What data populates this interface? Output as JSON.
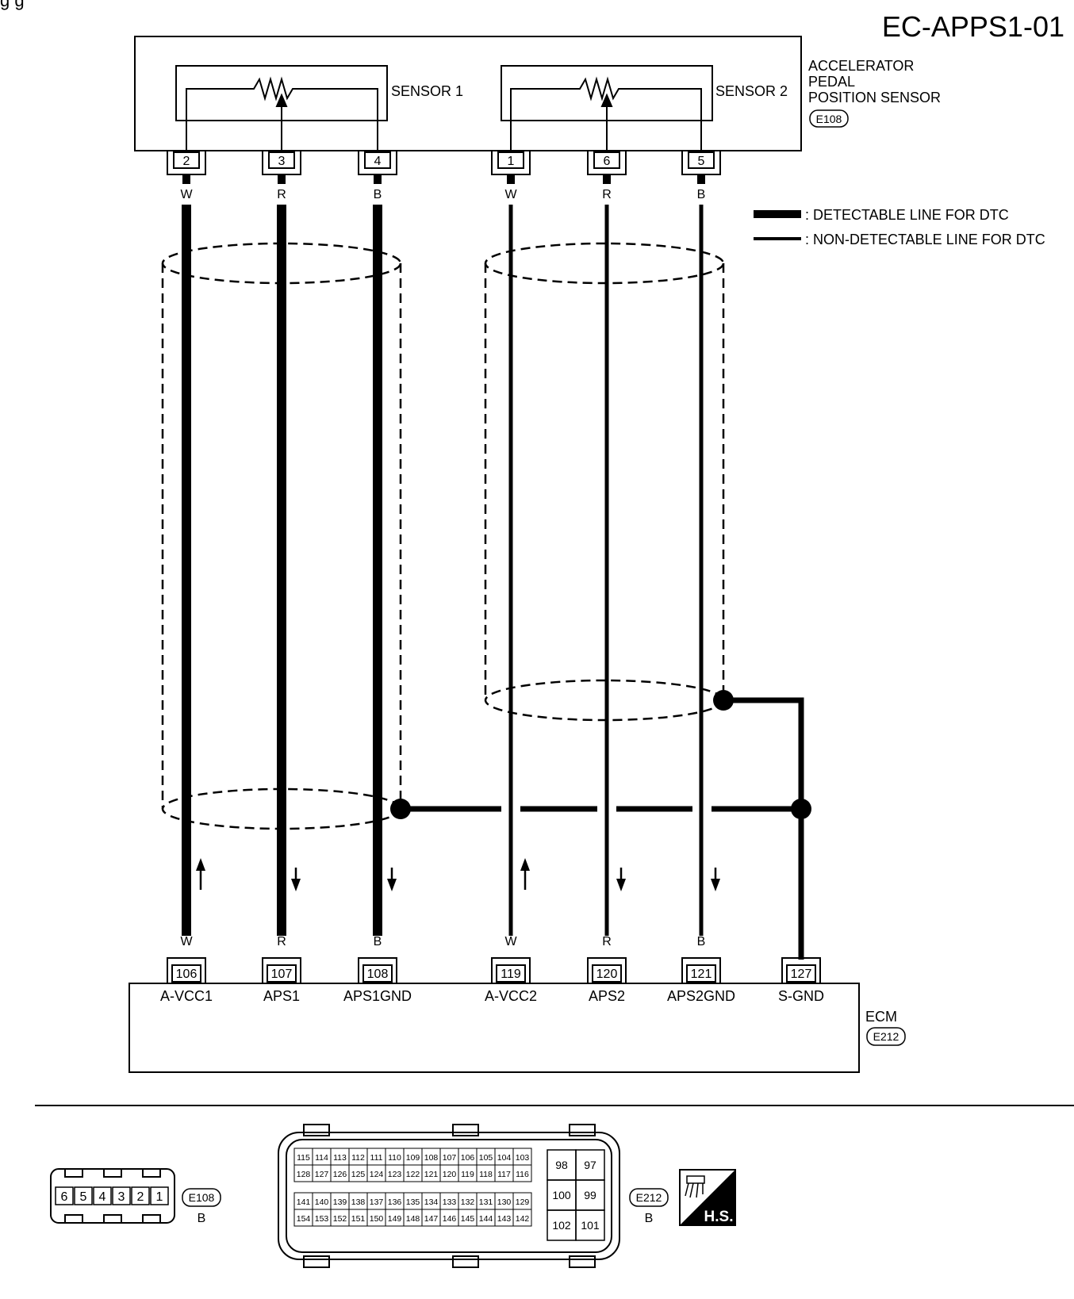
{
  "header": {
    "partial_title": "g  g",
    "diagram_id": "EC-APPS1-01"
  },
  "sensor": {
    "name_lines": [
      "ACCELERATOR",
      "PEDAL",
      "POSITION SENSOR"
    ],
    "connector": "E108",
    "sensor1_label": "SENSOR 1",
    "sensor2_label": "SENSOR 2"
  },
  "legend": {
    "detectable": ": DETECTABLE LINE FOR DTC",
    "non_detectable": ": NON-DETECTABLE LINE FOR DTC"
  },
  "sensor_pins": [
    "2",
    "3",
    "4",
    "1",
    "6",
    "5"
  ],
  "wire_codes": [
    "W",
    "R",
    "B",
    "W",
    "R",
    "B"
  ],
  "ecm": {
    "name": "ECM",
    "connector": "E212",
    "pins": [
      "106",
      "107",
      "108",
      "119",
      "120",
      "121",
      "127"
    ],
    "labels": [
      "A-VCC1",
      "APS1",
      "APS1GND",
      "A-VCC2",
      "APS2",
      "APS2GND",
      "S-GND"
    ]
  },
  "connectors": {
    "e108": {
      "name": "E108",
      "color": "B",
      "pins": [
        "6",
        "5",
        "4",
        "3",
        "2",
        "1"
      ]
    },
    "e212": {
      "name": "E212",
      "color": "B",
      "row1": [
        "115",
        "114",
        "113",
        "112",
        "111",
        "110",
        "109",
        "108",
        "107",
        "106",
        "105",
        "104",
        "103"
      ],
      "row2": [
        "128",
        "127",
        "126",
        "125",
        "124",
        "123",
        "122",
        "121",
        "120",
        "119",
        "118",
        "117",
        "116"
      ],
      "row3": [
        "141",
        "140",
        "139",
        "138",
        "137",
        "136",
        "135",
        "134",
        "133",
        "132",
        "131",
        "130",
        "129"
      ],
      "row4": [
        "154",
        "153",
        "152",
        "151",
        "150",
        "149",
        "148",
        "147",
        "146",
        "145",
        "144",
        "143",
        "142"
      ],
      "side": [
        "98",
        "97",
        "100",
        "99",
        "102",
        "101"
      ]
    },
    "hs_label": "H.S."
  }
}
